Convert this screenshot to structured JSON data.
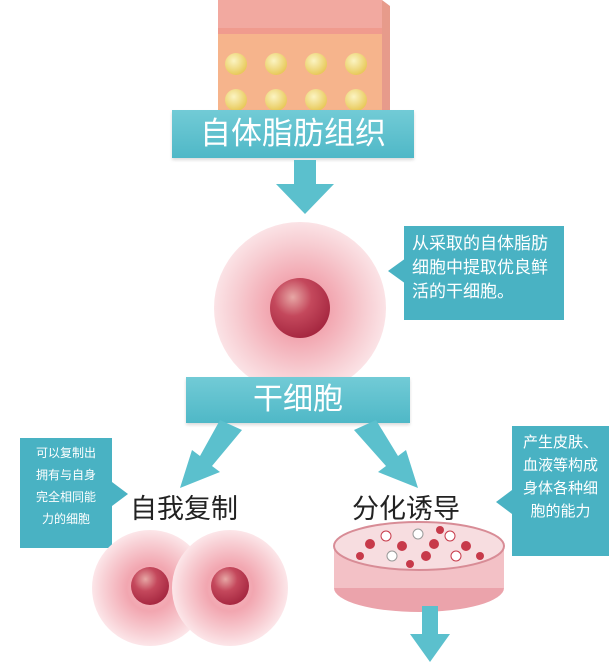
{
  "steps": {
    "tissue_label": "自体脂肪组织",
    "stem_cell_label": "干细胞",
    "self_replication_label": "自我复制",
    "differentiation_label": "分化诱导"
  },
  "callouts": {
    "extraction": [
      "从采取的自体脂肪",
      "细胞中提取优良鲜",
      "活的干细胞。"
    ],
    "replication": [
      "可以复制出",
      "拥有与自身",
      "完全相同能",
      "力的细胞"
    ],
    "differentiation": [
      "产生皮肤、",
      "血液等构成",
      "身体各种细",
      "胞的能力"
    ]
  },
  "colors": {
    "banner": "#5bc0cd",
    "callout": "#49b2c3",
    "tissue_pink": "#f3b3a8",
    "tissue_cells": "#f2e08a",
    "cell_glow": "#f0a3ad",
    "nucleus": "#b8364a"
  }
}
